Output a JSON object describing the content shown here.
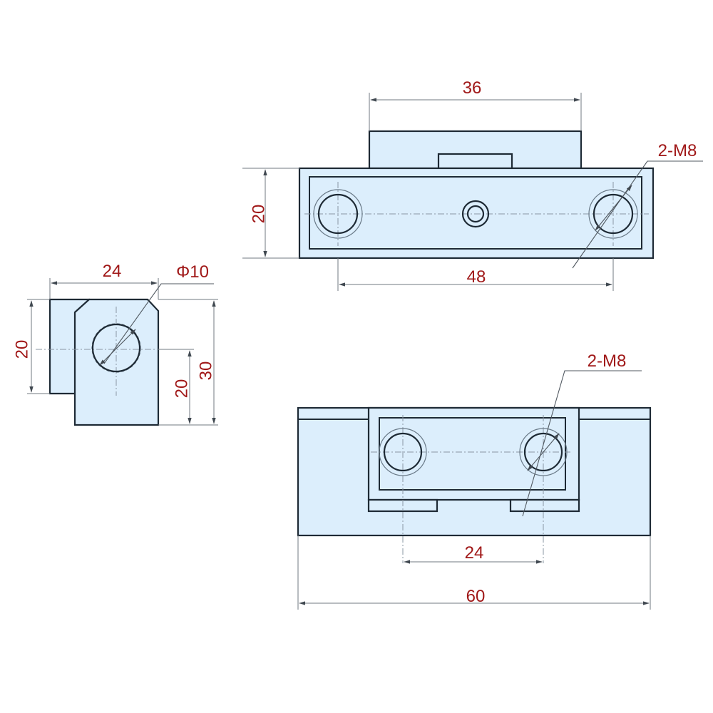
{
  "diagram": {
    "top_view": {
      "dim_top_width": "36",
      "dim_height": "20",
      "dim_hole_spacing": "48",
      "thread_callout": "2-M8"
    },
    "side_view": {
      "dim_width": "24",
      "dim_bore": "Φ10",
      "dim_left_height": "20",
      "dim_lower_height": "20",
      "dim_total_height": "30"
    },
    "front_view": {
      "thread_callout": "2-M8",
      "dim_hole_spacing": "24",
      "dim_total_width": "60"
    }
  }
}
